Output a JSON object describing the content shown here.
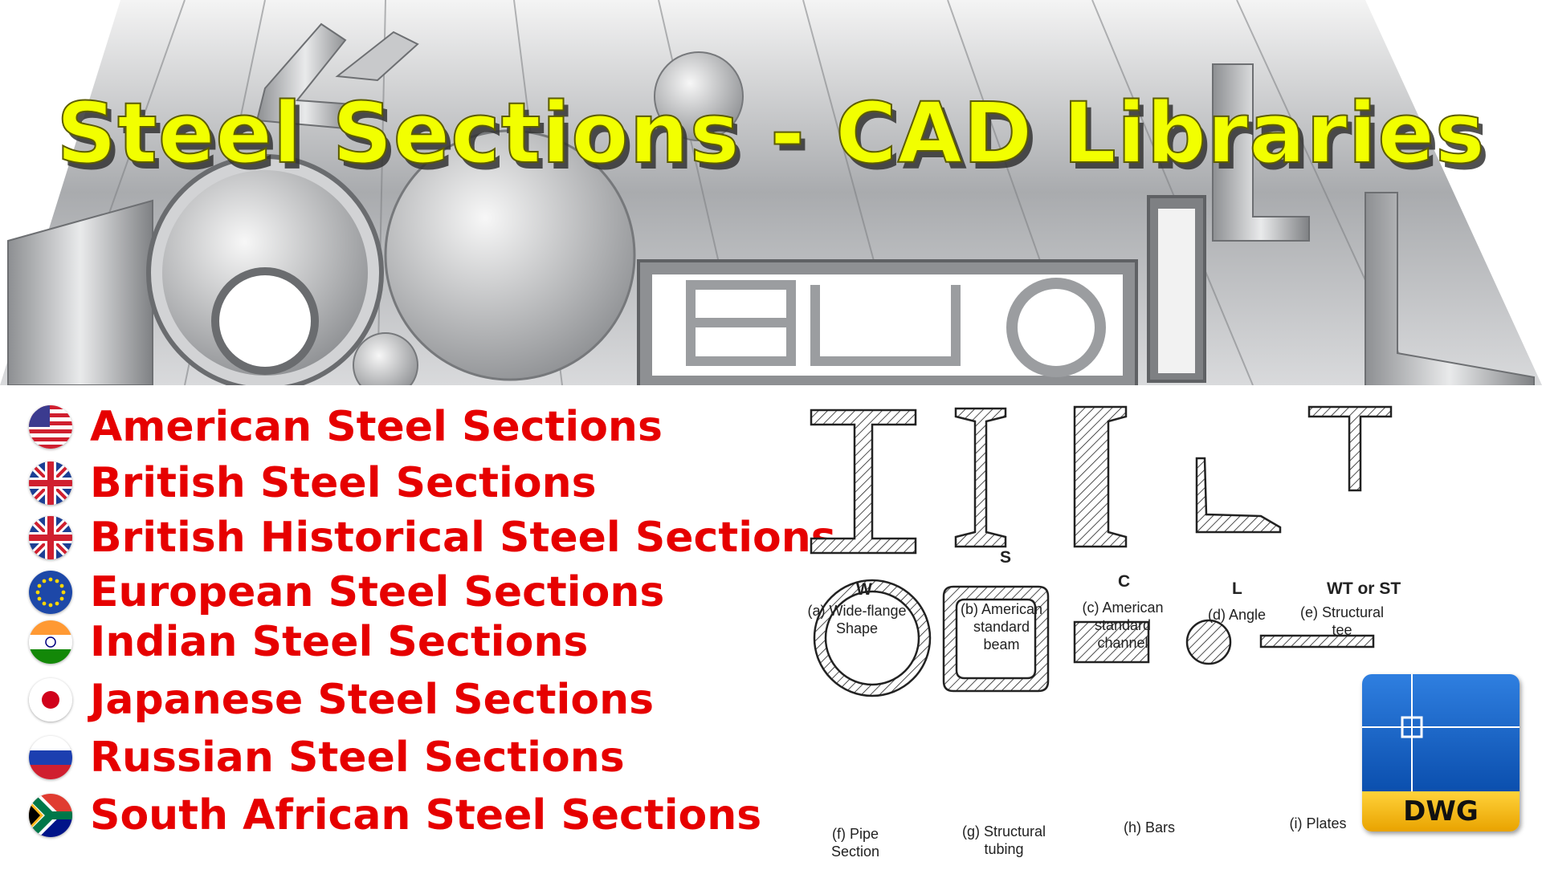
{
  "title": "Steel Sections - CAD Libraries",
  "sections": [
    {
      "label": "American Steel Sections",
      "flag": "usa-flag-icon"
    },
    {
      "label": "British Steel Sections",
      "flag": "uk-flag-icon"
    },
    {
      "label": "British Historical Steel Sections",
      "flag": "uk-flag-icon"
    },
    {
      "label": "European Steel Sections",
      "flag": "eu-flag-icon"
    },
    {
      "label": "Indian Steel Sections",
      "flag": "india-flag-icon"
    },
    {
      "label": "Japanese Steel Sections",
      "flag": "japan-flag-icon"
    },
    {
      "label": "Russian Steel Sections",
      "flag": "russia-flag-icon"
    },
    {
      "label": "South African Steel Sections",
      "flag": "south-africa-flag-icon"
    }
  ],
  "shapes": {
    "w": {
      "code": "W",
      "label": "(a) Wide-flange\nShape"
    },
    "s": {
      "code": "S",
      "label": "(b) American\nstandard\nbeam"
    },
    "c": {
      "code": "C",
      "label": "(c) American\nstandard\nchannel"
    },
    "l": {
      "code": "L",
      "label": "(d) Angle"
    },
    "t": {
      "code": "WT or ST",
      "label": "(e) Structural\ntee"
    },
    "pipe": {
      "label": "(f) Pipe\nSection"
    },
    "tube": {
      "label": "(g)  Structural\ntubing"
    },
    "bars": {
      "label": "(h) Bars"
    },
    "plates": {
      "label": "(i) Plates"
    }
  },
  "badge": {
    "text": "DWG",
    "icon": "dwg-file-icon"
  },
  "colors": {
    "title": "#f2ff00",
    "list_text": "#e60000"
  }
}
